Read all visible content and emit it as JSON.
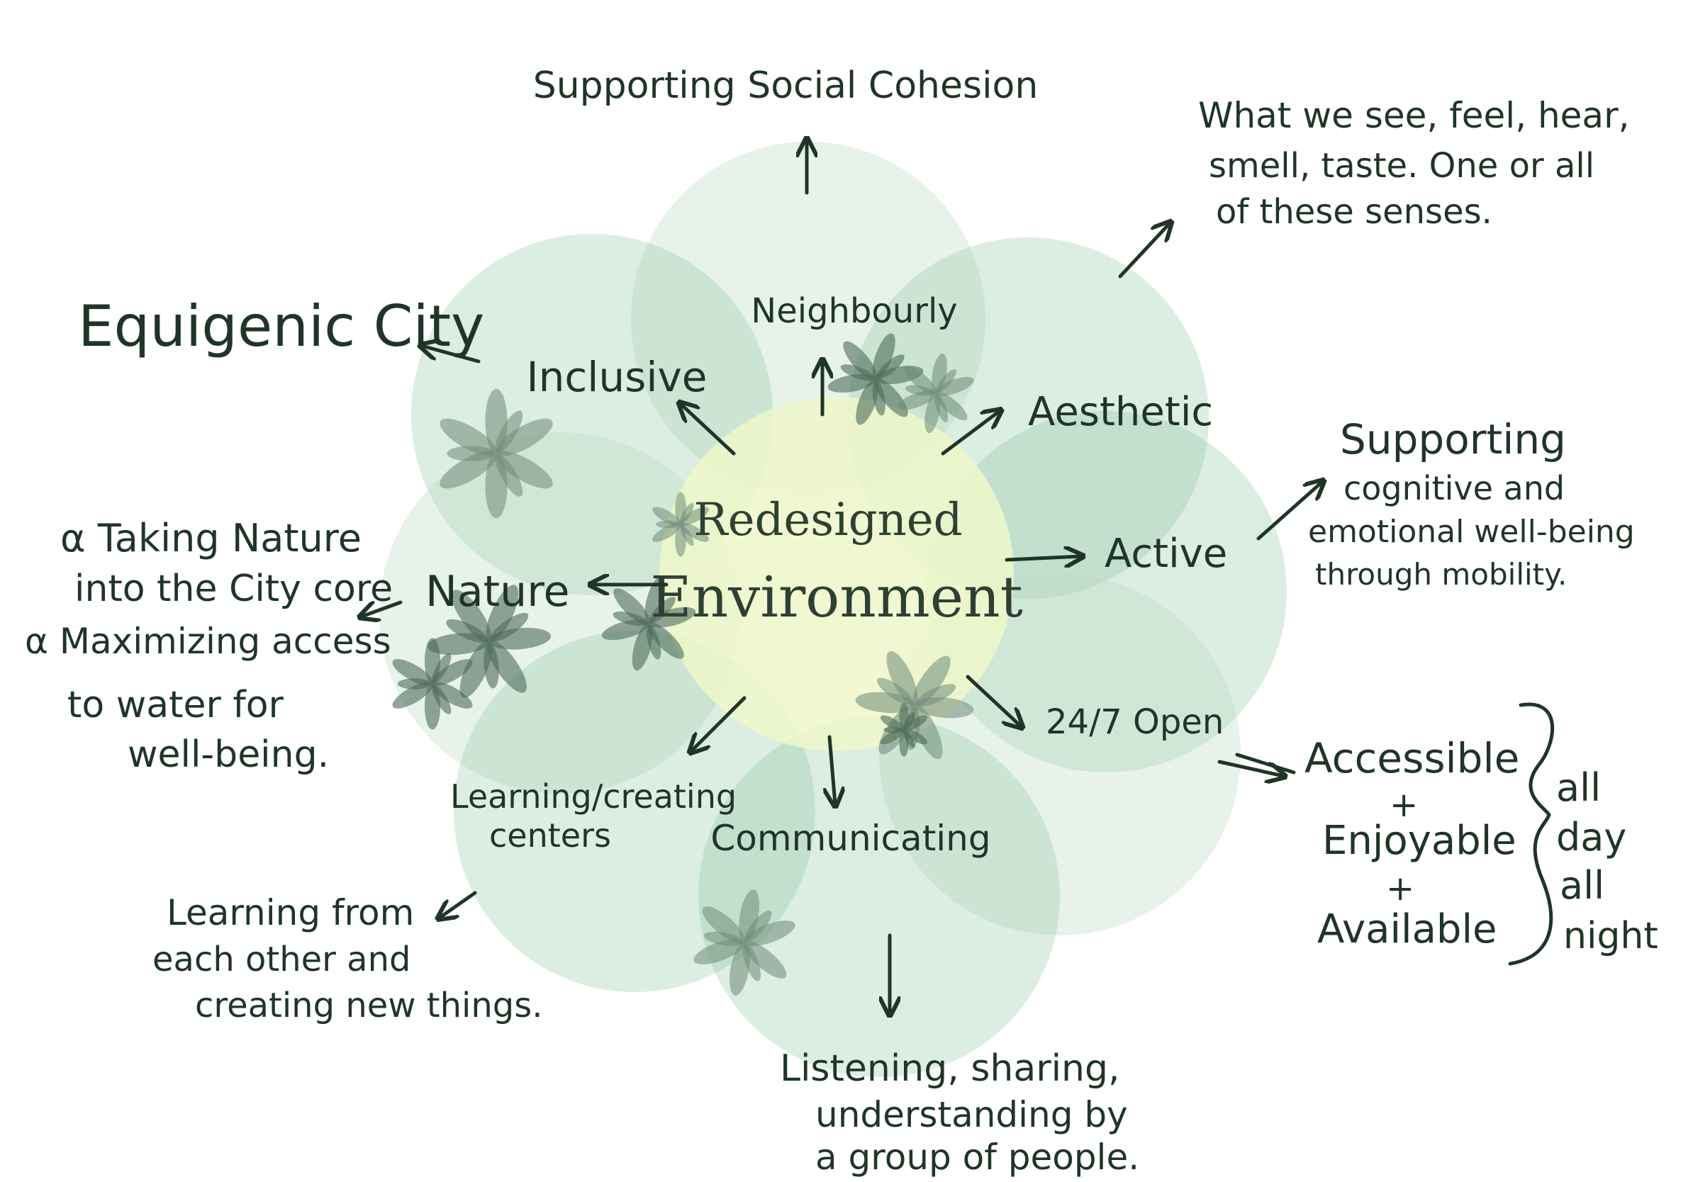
{
  "center": {
    "line1": "Redesigned",
    "line2": "Environment"
  },
  "qualities": {
    "neighbourly": "Neighbourly",
    "inclusive": "Inclusive",
    "aesthetic": "Aesthetic",
    "active": "Active",
    "open247": "24/7 Open",
    "communicating": "Communicating",
    "learning_line1": "Learning/creating",
    "learning_line2": "centers",
    "nature": "Nature"
  },
  "outcomes": {
    "social_cohesion": "Supporting Social Cohesion",
    "equigenic_city": "Equigenic City",
    "senses": [
      "What we see, feel, hear,",
      "smell, taste. One or all",
      "of these senses."
    ],
    "wellbeing": [
      "Supporting",
      "cognitive and",
      "emotional well-being",
      "through mobility."
    ],
    "nature_notes": [
      "α Taking Nature",
      "into the City core",
      "α Maximizing access",
      "to water for",
      "well-being."
    ],
    "learning_notes": [
      "Learning from",
      "each other and",
      "creating new things."
    ],
    "communicating_notes": [
      "Listening, sharing,",
      "understanding by",
      "a group of people."
    ],
    "access_list": [
      "Accessible",
      "+",
      "Enjoyable",
      "+",
      "Available"
    ],
    "all_day": [
      "all",
      "day",
      "all",
      "night"
    ]
  },
  "colors": {
    "ink": "#1f3527",
    "petal_green": "#8cc4a0",
    "core_yellow": "#eef7c9"
  }
}
